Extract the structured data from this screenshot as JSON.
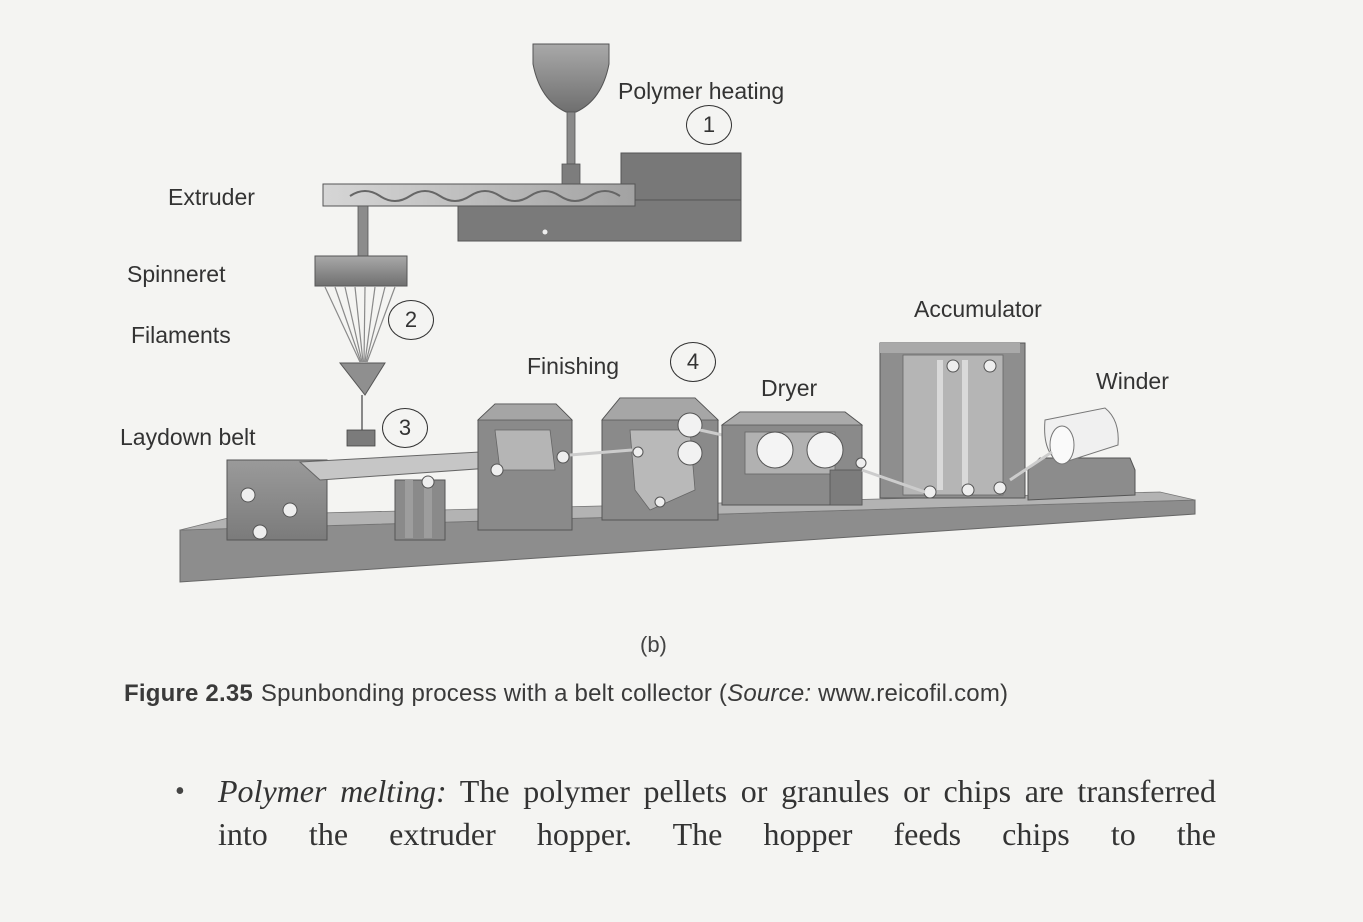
{
  "figure": {
    "labels": {
      "polymer_heating": "Polymer heating",
      "extruder": "Extruder",
      "spinneret": "Spinneret",
      "filaments": "Filaments",
      "laydown_belt": "Laydown belt",
      "finishing": "Finishing",
      "dryer": "Dryer",
      "accumulator": "Accumulator",
      "winder": "Winder"
    },
    "step_numbers": [
      "1",
      "2",
      "3",
      "4"
    ],
    "sub_label": "(b)"
  },
  "caption": {
    "figure_number": "Figure 2.35",
    "text_before": "Spunbonding process with a belt collector (",
    "source_label": "Source:",
    "text_after": " www.reicofil.com)"
  },
  "paragraph": {
    "bullet": "•",
    "term": "Polymer melting:",
    "text": " The polymer pellets or granules or chips are transferred into the extruder hopper. The hopper feeds chips to the"
  }
}
